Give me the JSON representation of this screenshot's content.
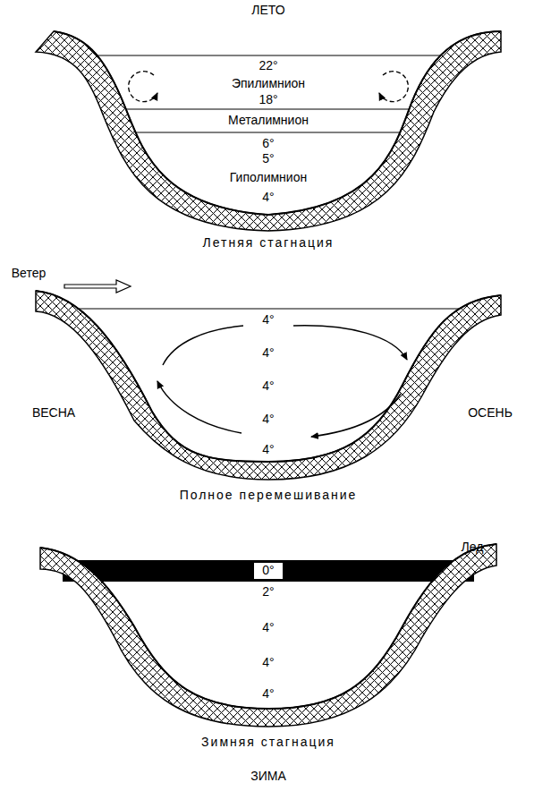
{
  "diagram": {
    "nodes": [
      {
        "text": [
          "Металимнион"
        ]
      },
      {
        "text": [
          "0°"
        ]
      }
    ],
    "labels": [
      "ЛЕТО",
      "22°",
      "Эпилимнион",
      "18°",
      "6°",
      "5°",
      "Гиполимнион",
      "4°",
      "Летняя стагнация",
      "Ветер",
      "ВЕСНА",
      "ОСЕНЬ",
      "4°",
      "4°",
      "4°",
      "4°",
      "4°",
      "Полное перемешивание",
      "Лед",
      "2°",
      "4°",
      "4°",
      "4°",
      "Зимняя стагнация",
      "ЗИМА"
    ]
  }
}
